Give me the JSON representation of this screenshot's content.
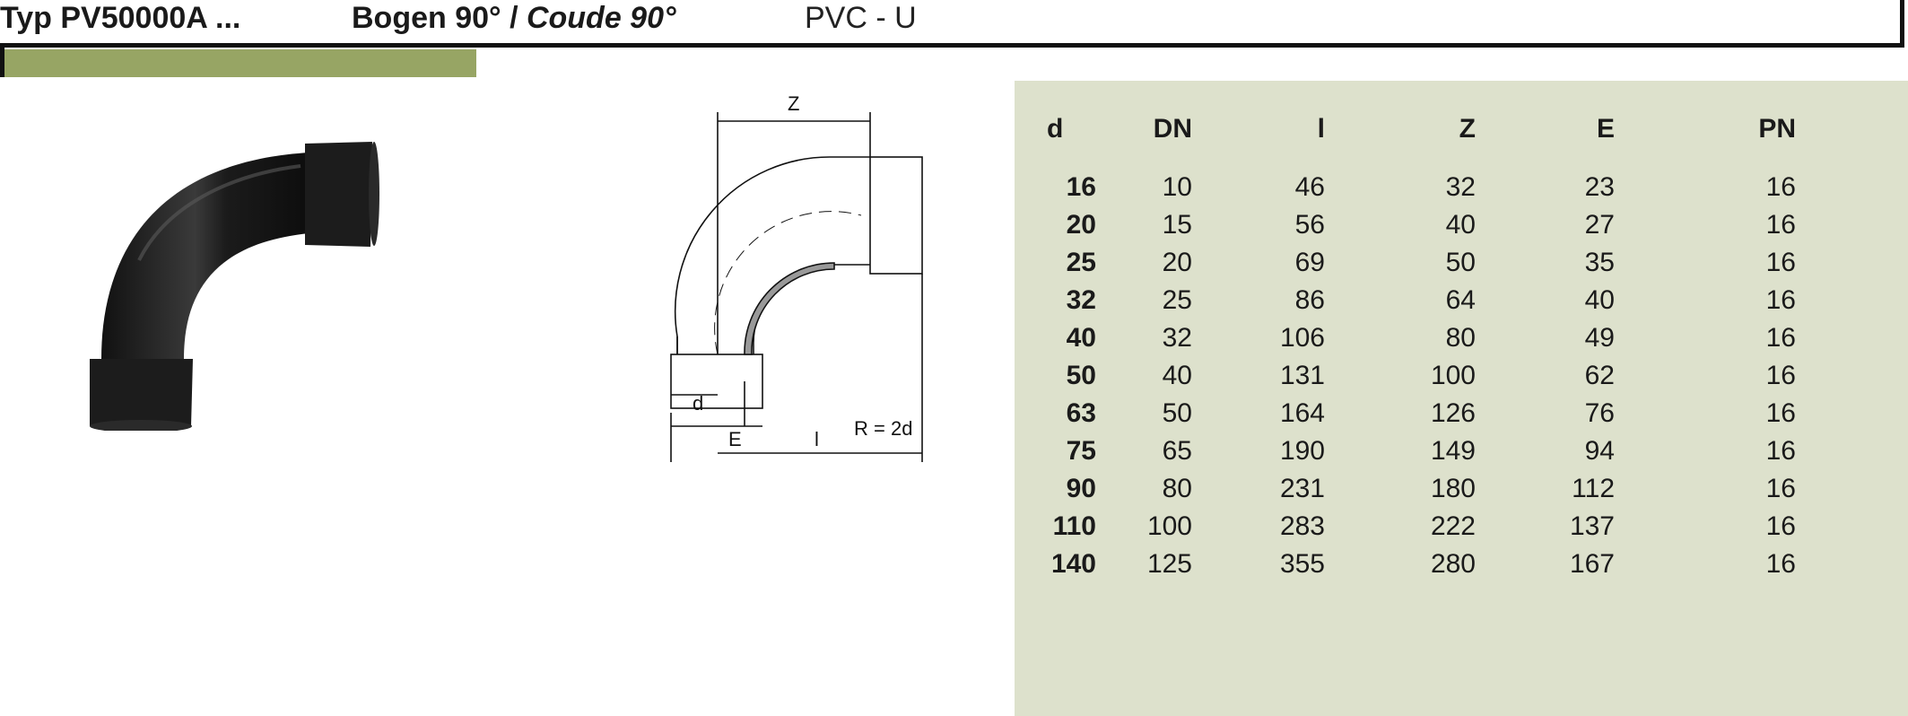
{
  "header": {
    "type_label": "Typ PV50000A ...",
    "name_de": "Bogen 90° / ",
    "name_fr": "Coude 90°",
    "material": "PVC - U"
  },
  "drawing": {
    "label_z": "Z",
    "label_d": "d",
    "label_e": "E",
    "label_l": "l",
    "label_r": "R = 2d"
  },
  "table": {
    "headers": [
      "d",
      "DN",
      "l",
      "Z",
      "E",
      "PN"
    ],
    "rows": [
      [
        "16",
        "10",
        "46",
        "32",
        "23",
        "16"
      ],
      [
        "20",
        "15",
        "56",
        "40",
        "27",
        "16"
      ],
      [
        "25",
        "20",
        "69",
        "50",
        "35",
        "16"
      ],
      [
        "32",
        "25",
        "86",
        "64",
        "40",
        "16"
      ],
      [
        "40",
        "32",
        "106",
        "80",
        "49",
        "16"
      ],
      [
        "50",
        "40",
        "131",
        "100",
        "62",
        "16"
      ],
      [
        "63",
        "50",
        "164",
        "126",
        "76",
        "16"
      ],
      [
        "75",
        "65",
        "190",
        "149",
        "94",
        "16"
      ],
      [
        "90",
        "80",
        "231",
        "180",
        "112",
        "16"
      ],
      [
        "110",
        "100",
        "283",
        "222",
        "137",
        "16"
      ],
      [
        "140",
        "125",
        "355",
        "280",
        "167",
        "16"
      ]
    ]
  },
  "colors": {
    "accent_bar": "#97a564",
    "panel": "#dde1cc"
  }
}
